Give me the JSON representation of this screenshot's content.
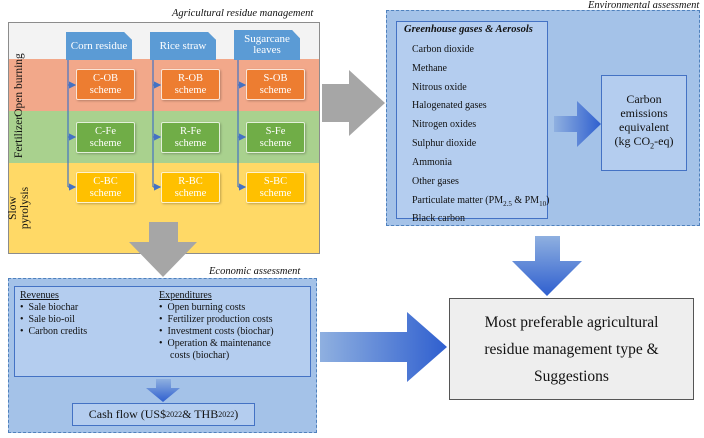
{
  "titles": {
    "agri": "Agricultural residue management",
    "env": "Environmental assessment",
    "econ": "Economic assessment"
  },
  "crops": [
    "Corn residue",
    "Rice straw",
    "Sugarcane leaves"
  ],
  "rows": [
    "Open burning",
    "Fertilizer",
    "Slow pyrolysis"
  ],
  "schemes": {
    "ob": [
      "C-OB",
      "R-OB",
      "S-OB"
    ],
    "fe": [
      "C-Fe",
      "R-Fe",
      "S-Fe"
    ],
    "bc": [
      "C-BC",
      "R-BC",
      "S-BC"
    ],
    "word": "scheme"
  },
  "ghg": {
    "heading": "Greenhouse gases & Aerosols",
    "items": [
      "Carbon dioxide",
      "Methane",
      "Nitrous oxide",
      "Halogenated gases",
      "Nitrogen oxides",
      "Sulphur dioxide",
      "Ammonia",
      "Other gases"
    ],
    "pm": {
      "pre": "Particulate matter (PM",
      "sub1": "2.5",
      "mid": " & PM",
      "sub2": "10",
      "post": ")"
    },
    "last": "Black carbon"
  },
  "carbon": {
    "l1": "Carbon",
    "l2": "emissions",
    "l3": "equivalent",
    "l4_pre": "(kg CO",
    "l4_sub": "2",
    "l4_post": "-eq)"
  },
  "econ": {
    "rev_head": "Revenues",
    "revenues": [
      "Sale biochar",
      "Sale bio-oil",
      "Carbon credits"
    ],
    "exp_head": "Expenditures",
    "expenditures": [
      "Open burning costs",
      "Fertilizer production costs",
      "Investment costs (biochar)",
      "Operation & maintenance",
      "costs (biochar)"
    ],
    "cash_pre": "Cash flow (US$",
    "cash_sub1": "2022",
    "cash_mid": " & THB",
    "cash_sub2": "2022",
    "cash_post": ")"
  },
  "final": {
    "l1": "Most preferable agricultural",
    "l2": "residue management type &",
    "l3": "Suggestions"
  }
}
